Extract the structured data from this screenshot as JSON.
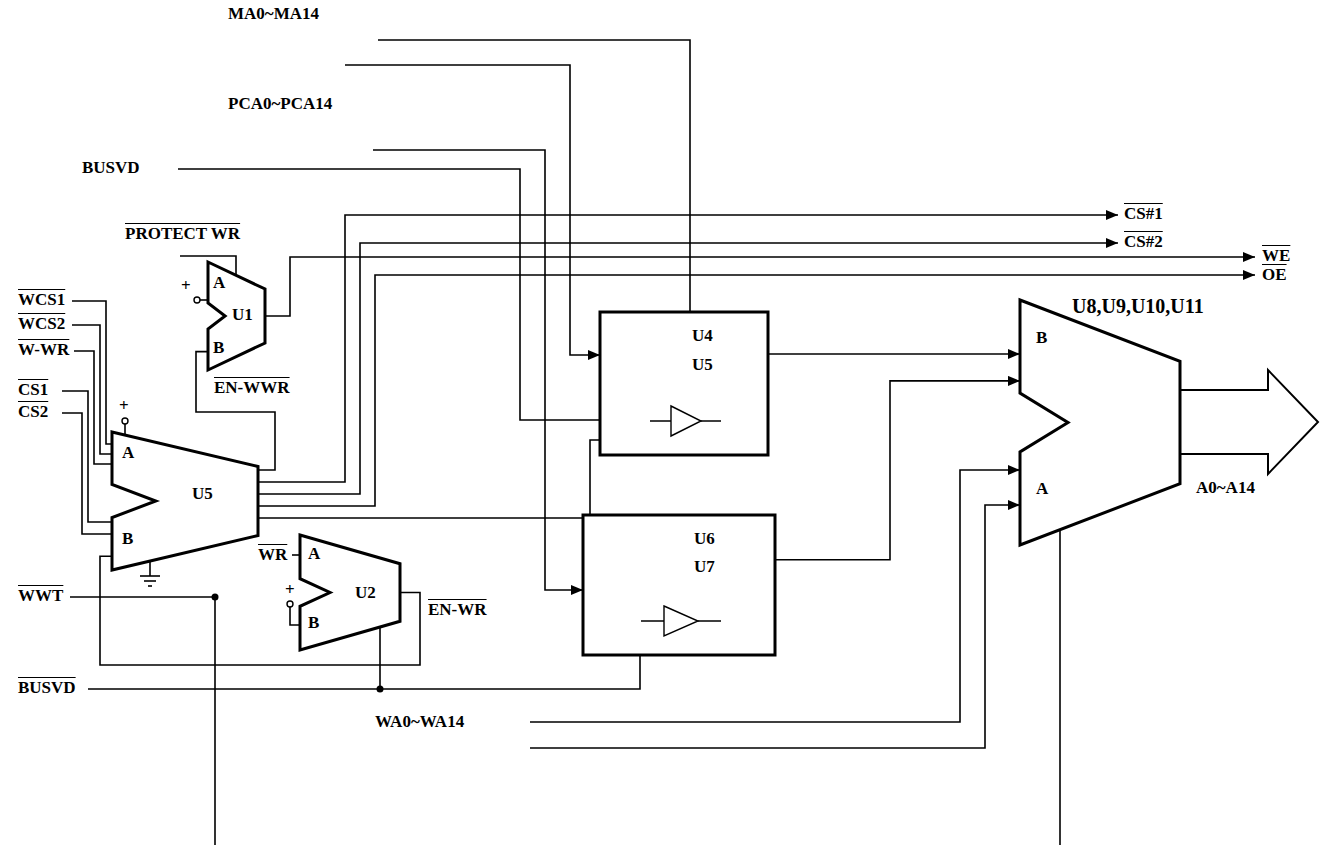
{
  "diagram": {
    "nodes": [
      {
        "text": [
          "A",
          "U1",
          "B"
        ]
      },
      {
        "text": [
          "A",
          "U5",
          "B"
        ]
      },
      {
        "text": [
          "A",
          "U2",
          "B"
        ]
      },
      {
        "text": [
          "U4",
          "U5"
        ]
      },
      {
        "text": [
          "U6",
          "U7"
        ]
      },
      {
        "text": [
          "U8,U9,U10,U11",
          "B",
          "A"
        ]
      }
    ],
    "edges": [
      {
        "from": 1,
        "to": 0,
        "arrow": "none"
      },
      {
        "from": 2,
        "to": 1,
        "arrow": "none"
      },
      {
        "from": 1,
        "to": 3,
        "arrow": "none"
      },
      {
        "from": 3,
        "to": 5,
        "arrow": "to"
      },
      {
        "from": 4,
        "to": 5,
        "arrow": "to"
      }
    ],
    "labels": [
      "MA0~MA14",
      "PCA0~PCA14",
      "BUSVD",
      "PROTECT WR",
      "WCS1",
      "WCS2",
      "W-WR",
      "CS1",
      "CS2",
      "WWT",
      "BUSVD",
      "WA0~WA14",
      "CS#1",
      "CS#2",
      "WE",
      "OE",
      "EN-WWR",
      "EN-WR",
      "WR",
      "A0~A14",
      "+",
      "+",
      "+"
    ]
  }
}
